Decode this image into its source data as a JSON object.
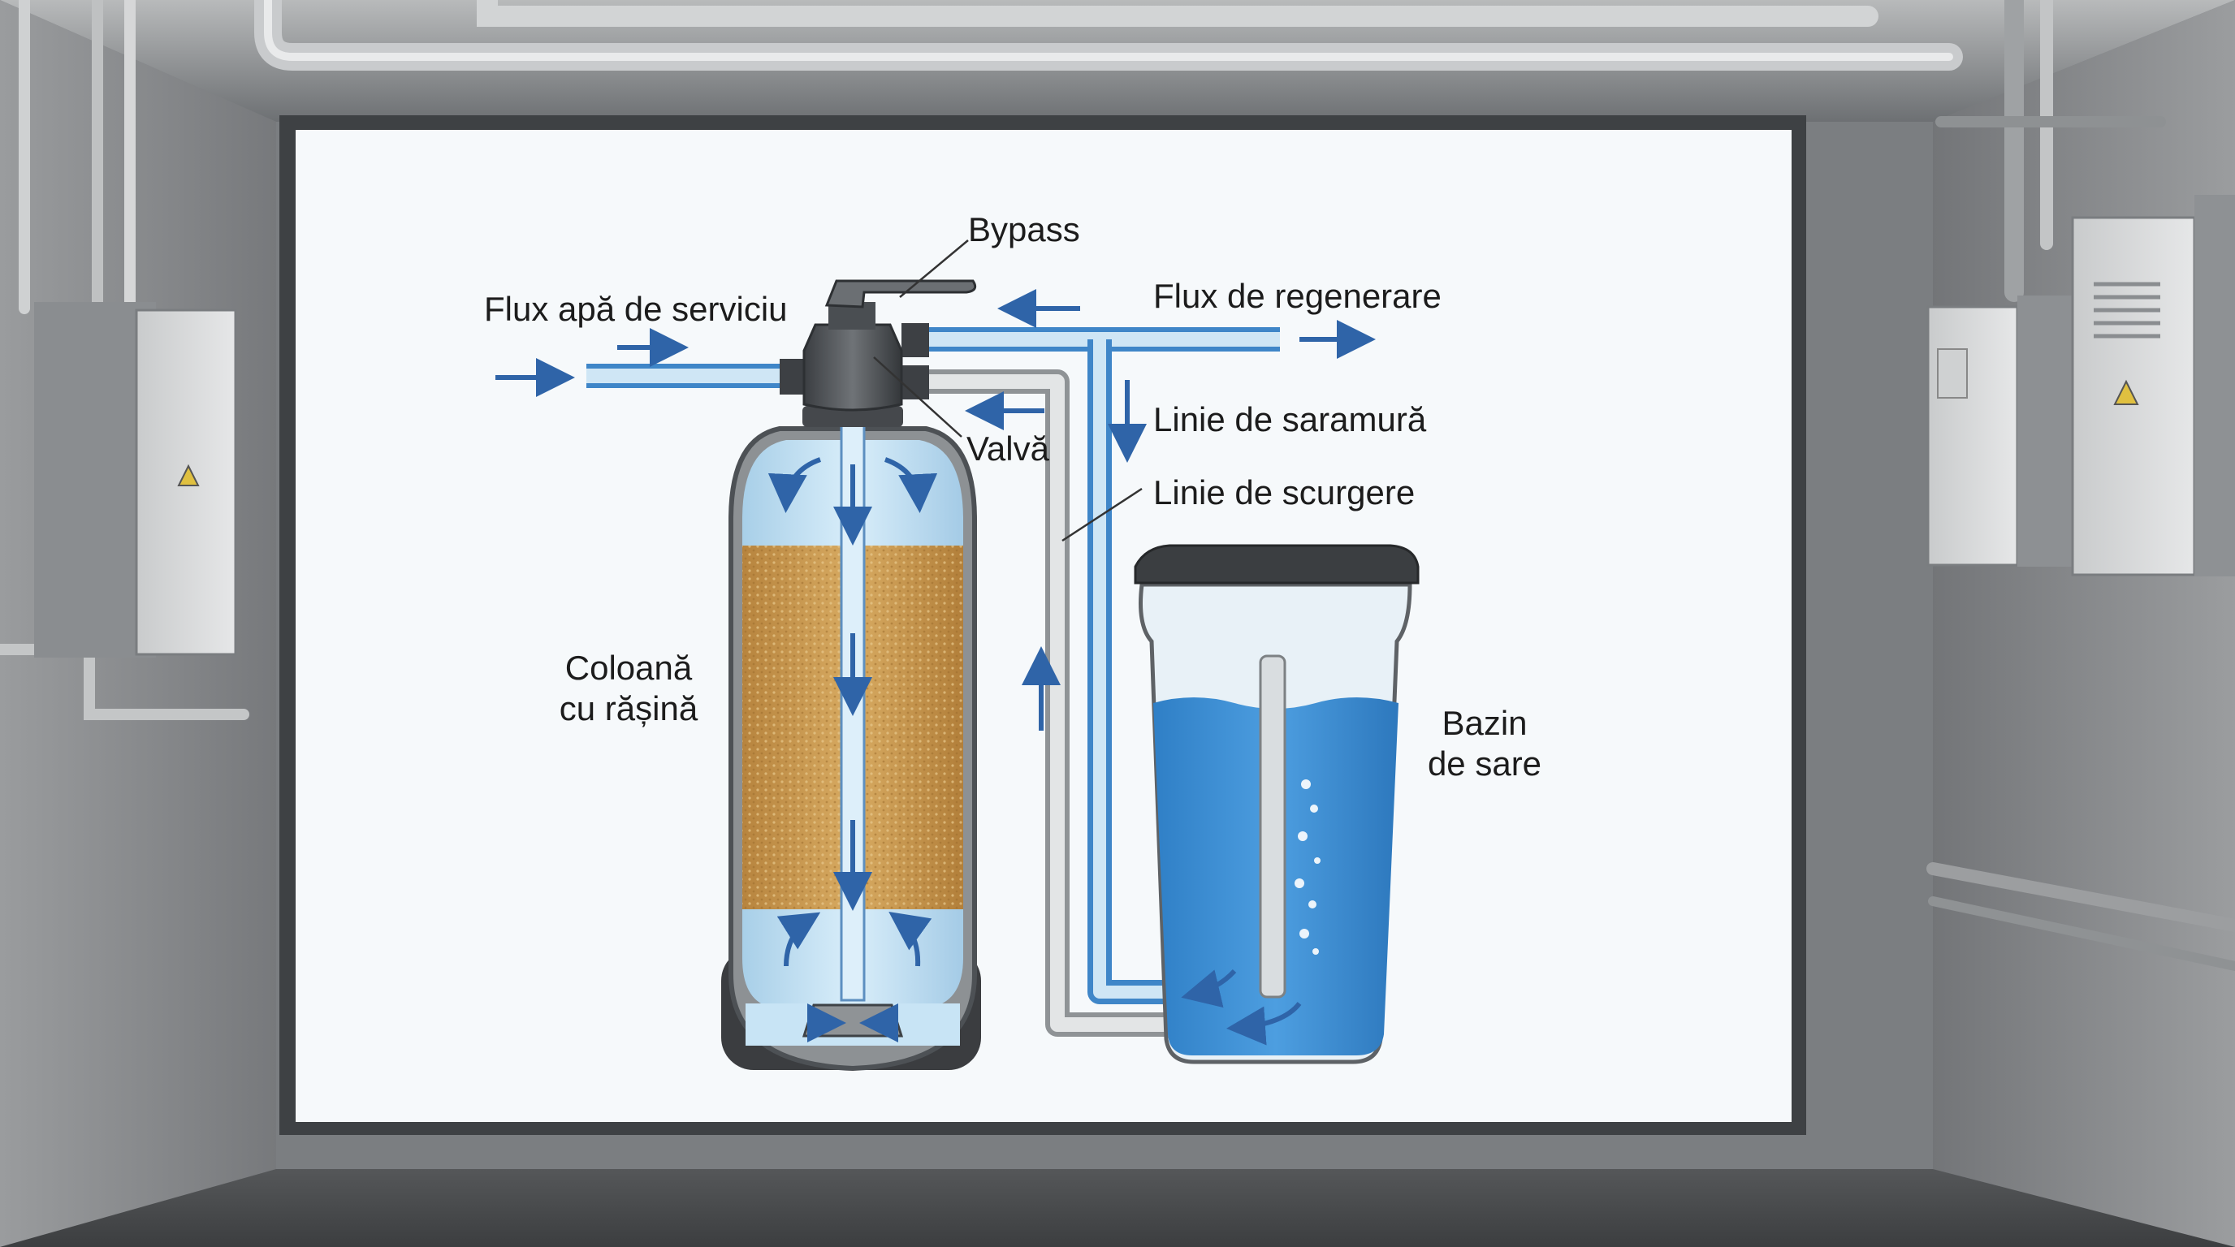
{
  "diagram": {
    "labels": {
      "bypass": "Bypass",
      "service_flow": "Flux apă de serviciu",
      "regeneration_flow": "Flux de regenerare",
      "valve": "Valvă",
      "brine_line": "Linie de saramură",
      "drain_line": "Linie de scurgere",
      "resin_column_1": "Coloană",
      "resin_column_2": "cu rășină",
      "salt_tank_1": "Bazin",
      "salt_tank_2": "de sare"
    },
    "colors": {
      "pipe_blue": "#3f86c8",
      "water_light": "#bfe0f4",
      "water_tank": "#3a8fd4",
      "resin": "#c99a52",
      "arrow": "#2f64a8",
      "pipe_grey": "#d3d6d8",
      "board": "#f6f9fb",
      "wall": "#7d8083"
    }
  }
}
